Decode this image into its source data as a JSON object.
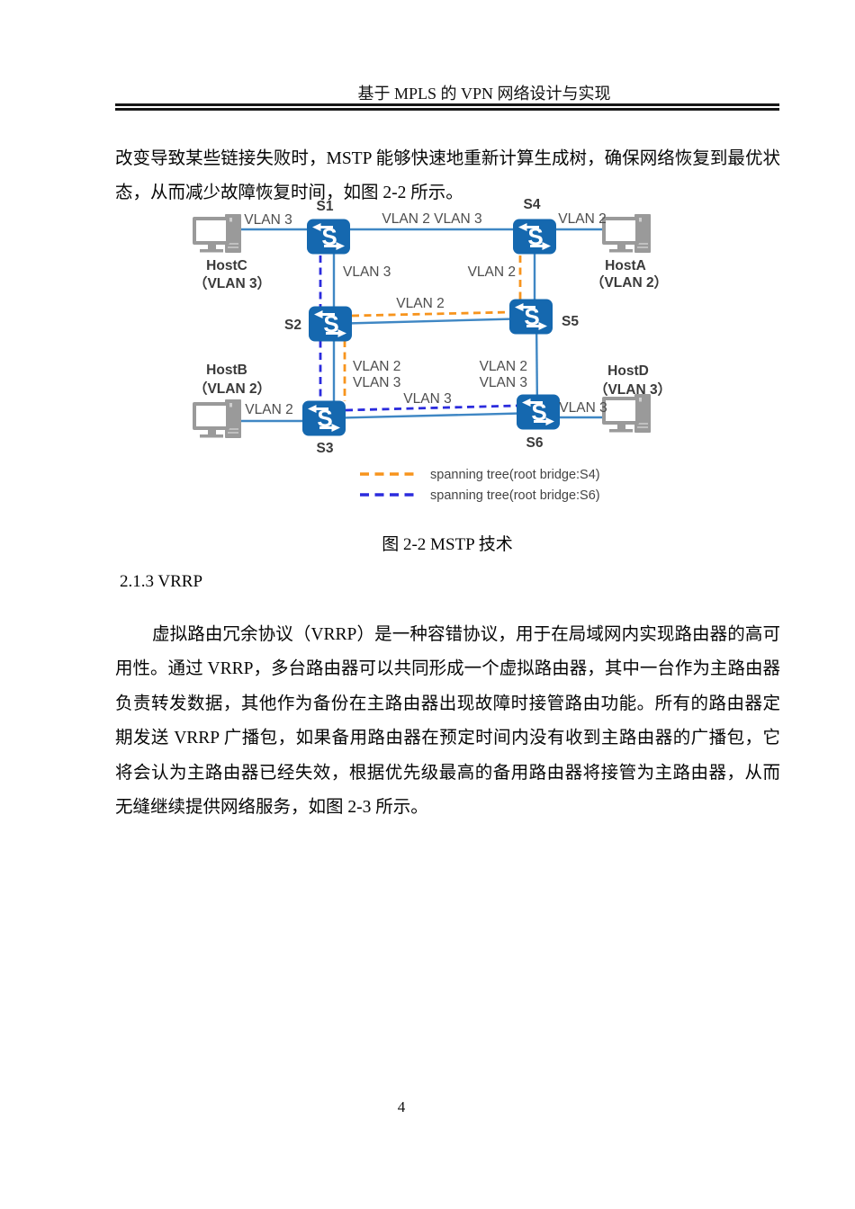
{
  "page": {
    "header_title": "基于 MPLS 的 VPN 网络设计与实现",
    "page_number": "4"
  },
  "content": {
    "para_mstp": "改变导致某些链接失败时，MSTP 能够快速地重新计算生成树，确保网络恢复到最优状态，从而减少故障恢复时间，如图 2-2 所示。",
    "section_heading": "2.1.3 VRRP",
    "para_vrrp": "虚拟路由冗余协议（VRRP）是一种容错协议，用于在局域网内实现路由器的高可用性。通过 VRRP，多台路由器可以共同形成一个虚拟路由器，其中一台作为主路由器负责转发数据，其他作为备份在主路由器出现故障时接管路由功能。所有的路由器定期发送 VRRP 广播包，如果备用路由器在预定时间内没有收到主路由器的广播包，它将会认为主路由器已经失效，根据优先级最高的备用路由器将接管为主路由器，从而无缝继续提供网络服务，如图 2-3 所示。"
  },
  "figure": {
    "caption": "图 2-2 MSTP 技术",
    "switch_glyph": "S",
    "colors": {
      "switch_fill": "#1568af",
      "link_solid": "#3f87c4",
      "stp_root_s4_orange": "#f7941d",
      "stp_root_s6_blue": "#2b2bdd",
      "label_gray": "#4d4d4d"
    },
    "switches": [
      {
        "label": "S1"
      },
      {
        "label": "S2"
      },
      {
        "label": "S3"
      },
      {
        "label": "S4"
      },
      {
        "label": "S5"
      },
      {
        "label": "S6"
      }
    ],
    "hosts": [
      {
        "name": "HostC",
        "vlan": "（VLAN 3）"
      },
      {
        "name": "HostA",
        "vlan": "（VLAN 2）"
      },
      {
        "name": "HostB",
        "vlan": "（VLAN 2）"
      },
      {
        "name": "HostD",
        "vlan": "（VLAN 3）"
      }
    ],
    "link_labels": {
      "hostc_s1": "VLAN 3",
      "s1_s4": "VLAN 2 VLAN 3",
      "s4_hosta": "VLAN 2",
      "s1_s2": "VLAN 3",
      "s4_s5": "VLAN 2",
      "s2_s5": "VLAN 2",
      "s2_s3_a": "VLAN 2",
      "s2_s3_b": "VLAN 3",
      "s5_s6_a": "VLAN 2",
      "s5_s6_b": "VLAN 3",
      "s3_s6": "VLAN 3",
      "hostb_s3": "VLAN 2",
      "s6_hostd": "VLAN 3"
    },
    "legend": [
      {
        "label": "spanning tree(root bridge:S4)"
      },
      {
        "label": "spanning tree(root bridge:S6)"
      }
    ]
  }
}
